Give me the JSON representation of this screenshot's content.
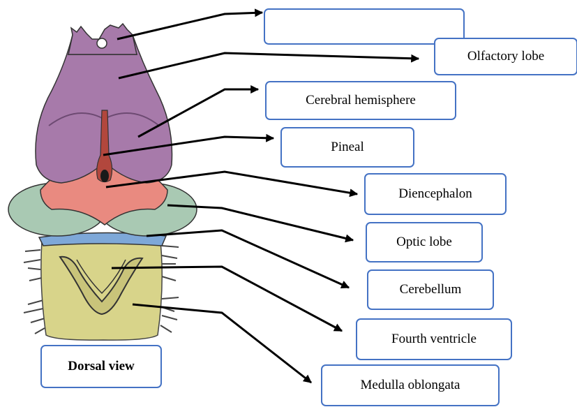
{
  "labels": {
    "blank": "",
    "olfactory_lobe": "Olfactory lobe",
    "cerebral_hemisphere": "Cerebral hemisphere",
    "pineal": "Pineal",
    "diencephalon": "Diencephalon",
    "optic_lobe": "Optic lobe",
    "cerebellum": "Cerebellum",
    "fourth_ventricle": "Fourth ventricle",
    "medulla_oblongata": "Medulla oblongata"
  },
  "caption": "Dorsal view",
  "colors": {
    "box_border": "#4472c4",
    "cerebrum": "#a77aaa",
    "diencephalon": "#e98a80",
    "optic_lobe": "#a9c9b3",
    "cerebellum_band": "#7ea8d8",
    "medulla": "#d8d48a",
    "arrow": "#000000"
  }
}
